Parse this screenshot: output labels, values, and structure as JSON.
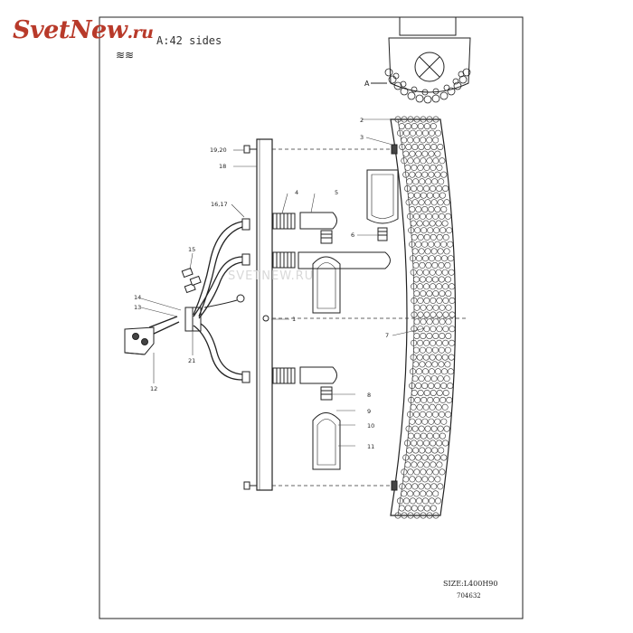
{
  "logo": {
    "brand": "SvetNew",
    "tld": ".ru"
  },
  "header": {
    "text": "A:42 sides"
  },
  "footer": {
    "size": "SIZE:L400H90",
    "code": "704632"
  },
  "watermark": "SVETNEW.RU",
  "callouts": {
    "a": "A",
    "c1": "1",
    "c2": "2",
    "c3": "3",
    "c4": "4",
    "c5": "5",
    "c6": "6",
    "c7": "7",
    "c8": "8",
    "c9": "9",
    "c10": "10",
    "c11": "11",
    "c12": "12",
    "c13": "13",
    "c14": "14",
    "c15": "15",
    "c16_17": "16,17",
    "c18": "18",
    "c19_20": "19,20",
    "c21": "21"
  },
  "colors": {
    "logo": "#b83a2a",
    "line": "#222222",
    "watermark": "#d8d8d8"
  }
}
